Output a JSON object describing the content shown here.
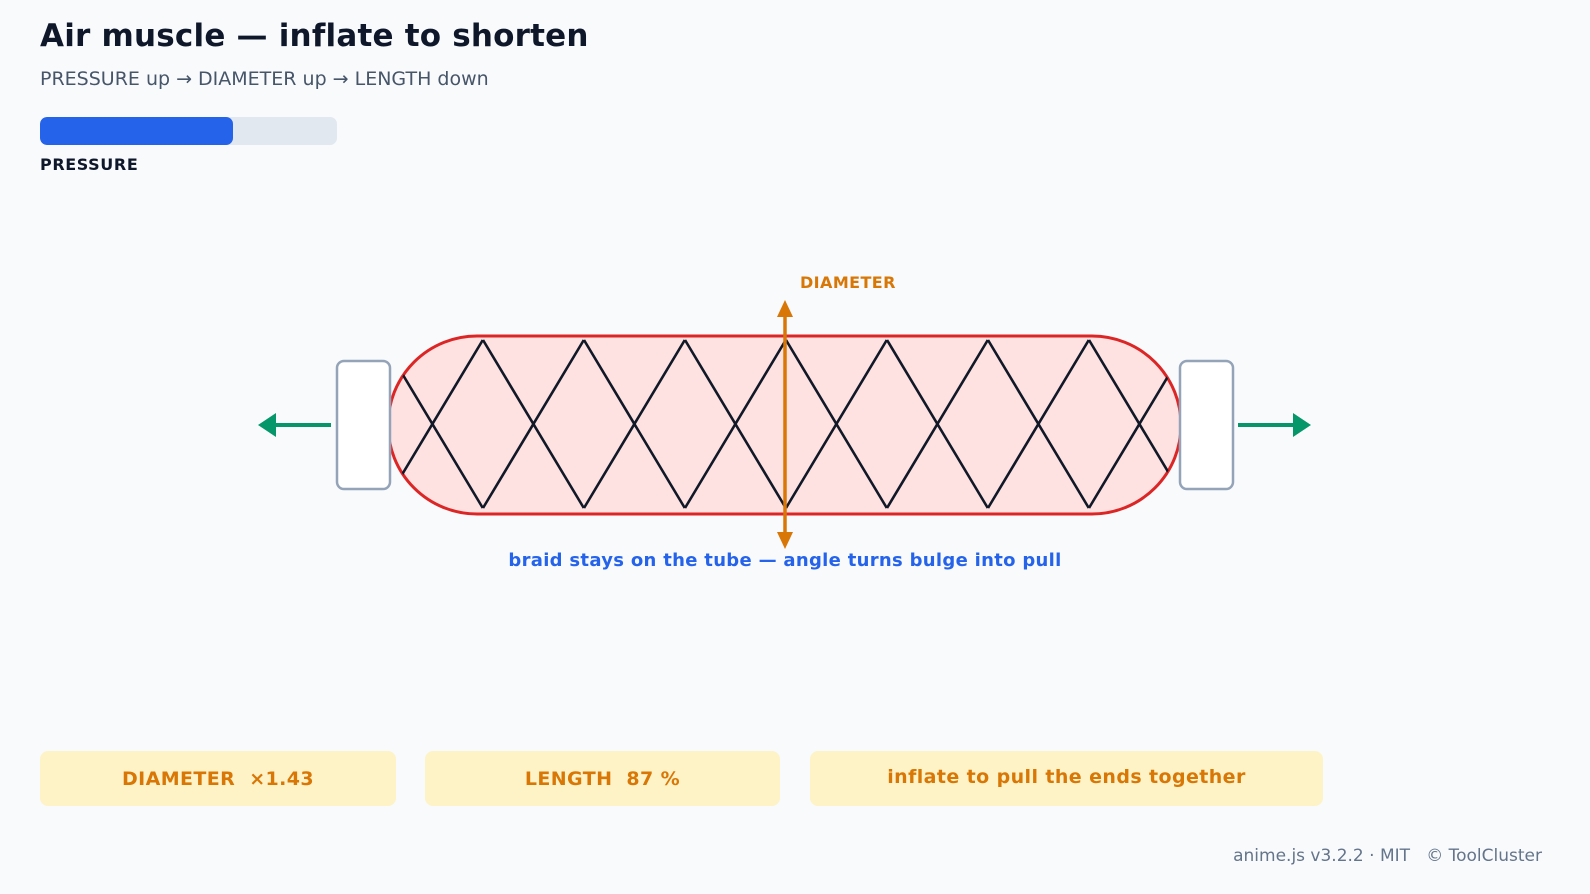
{
  "header": {
    "title": "Air muscle — inflate to shorten",
    "subtitle": "PRESSURE up → DIAMETER up → LENGTH down"
  },
  "pressure": {
    "label": "PRESSURE",
    "level": 0.65,
    "fill_color": "#2563eb",
    "track_color": "#e2e8f0"
  },
  "diagram": {
    "diameter_label": "DIAMETER",
    "caption": "braid stays on the tube — angle turns bulge into pull",
    "colors": {
      "tube_stroke": "#dc2626",
      "tube_fill": "#fee2e2",
      "braid": "#111827",
      "diameter_arrow": "#d97706",
      "pull_arrows": "#059669",
      "end_cap_stroke": "#94a3b8",
      "caption": "#2563eb"
    }
  },
  "readouts": {
    "diameter": "DIAMETER  ×1.43",
    "length": "LENGTH  87 %",
    "hint": "inflate to pull the ends together"
  },
  "footer": {
    "text": "anime.js v3.2.2 · MIT   © ToolCluster"
  }
}
